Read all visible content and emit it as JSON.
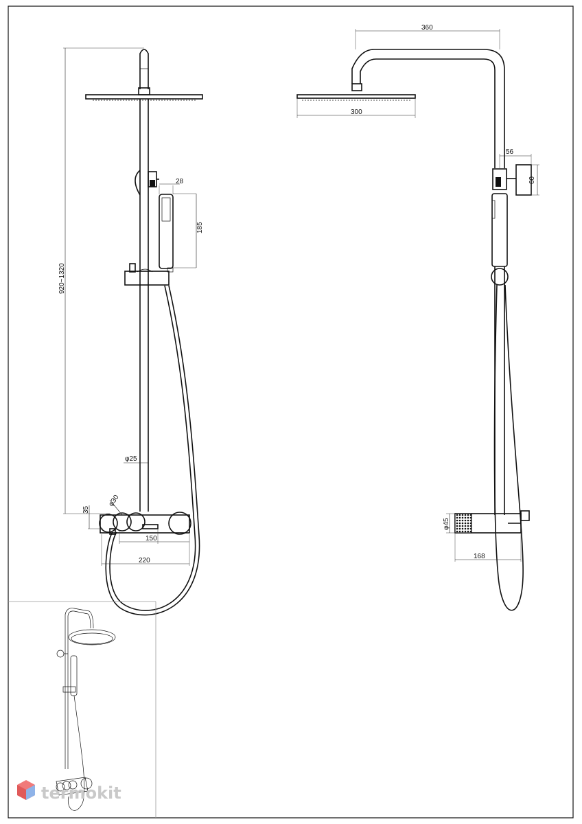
{
  "dimensions": {
    "height_range": "920~1320",
    "rail_diameter": "φ25",
    "head_diameter": "φ30",
    "offset_35": "35",
    "spout_150": "150",
    "width_220": "220",
    "hand_width_28": "28",
    "hand_length_185": "185",
    "arm_360": "360",
    "head_300": "300",
    "hook_56": "56",
    "hook_60": "60",
    "knob_45": "φ45",
    "depth_168": "168"
  },
  "watermark": {
    "brand": "termokit"
  },
  "colors": {
    "line": "#111111",
    "watermark_text": "#c9c9c9",
    "logo_red": "#f07a7a",
    "logo_blue": "#8fb3e8"
  }
}
